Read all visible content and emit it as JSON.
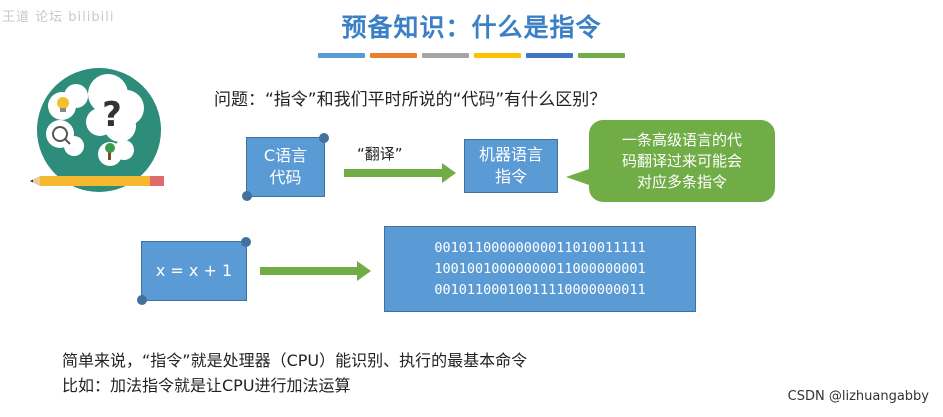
{
  "watermark_top": "王道 论坛 bilibili",
  "title": "预备知识：什么是指令",
  "color_strip": [
    "#5b9bd5",
    "#ed7d31",
    "#a5a5a5",
    "#ffc000",
    "#4472c4",
    "#70ad47"
  ],
  "question": "问题：“指令”和我们平时所说的“代码”有什么区别？",
  "c_code_box": {
    "line1": "C语言",
    "line2": "代码"
  },
  "translate_label": "“翻译”",
  "machine_box": {
    "line1": "机器语言",
    "line2": "指令"
  },
  "note_bubble": {
    "line1": "一条高级语言的代",
    "line2": "码翻译过来可能会",
    "line3": "对应多条指令"
  },
  "expr_box": "x = x + 1",
  "binary_lines": [
    "00101100000000011010011111",
    "10010010000000011000000001",
    "00101100010011110000000011"
  ],
  "summary_line1": "简单来说，“指令”就是处理器（CPU）能识别、执行的最基本命令",
  "summary_line2": "比如：加法指令就是让CPU进行加法运算",
  "watermark_bottom": "CSDN @lizhuangabby",
  "icons": {
    "thinking": "thinking-head-icon",
    "arrow": "green-arrow-icon"
  }
}
